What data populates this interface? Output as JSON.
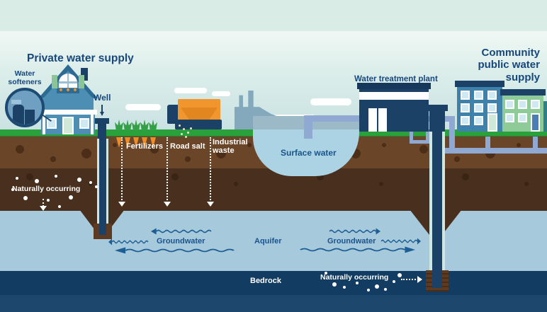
{
  "labels": {
    "private_supply": "Private water supply",
    "water_softeners": "Water softeners",
    "well": "Well",
    "fertilizers": "Fertilizers",
    "road_salt": "Road salt",
    "industrial_waste": "Industrial waste",
    "surface_water": "Surface water",
    "water_treatment_plant": "Water treatment plant",
    "community_supply": "Community public water supply",
    "naturally_occurring_soil": "Naturally occurring",
    "groundwater_left": "Groundwater",
    "aquifer": "Aquifer",
    "groundwater_right": "Groundwater",
    "bedrock": "Bedrock",
    "naturally_occurring_bedrock": "Naturally occurring"
  },
  "colors": {
    "heading_text": "#17477c",
    "water_label_text": "#1a548c",
    "white_label_text": "#ffffff",
    "sky_top": "#d9ece6",
    "sky": "#dff0ec",
    "grass": "#2aa13a",
    "soil_upper": "#6b4527",
    "soil_lower": "#49301e",
    "aquifer_water": "#a6c9dc",
    "surface_water_fill": "#abd3e4",
    "distant_water": "#9cb9c8",
    "bedrock_fill": "#123c61",
    "bedrock_deep": "#1d476c",
    "structure_navy": "#1c4166",
    "pipe_blue": "#8fa9d2",
    "truck_orange": "#f0962c",
    "house_blue": "#4d8eb5",
    "building_blue": "#3e81ab",
    "building_green": "#8ecb99",
    "factory_silhouette": "#84a8bc",
    "groundwater_arrow": "#1d5e95"
  }
}
